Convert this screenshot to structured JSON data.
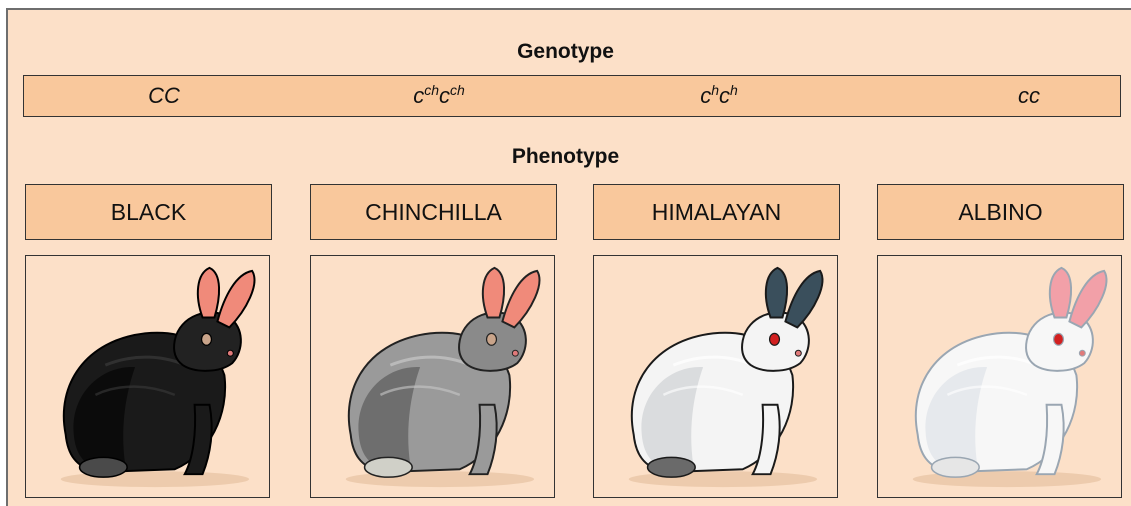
{
  "genotype": {
    "title": "Genotype",
    "entries": [
      {
        "base": "CC",
        "sup1": "",
        "sup2": ""
      },
      {
        "base": "cc",
        "sup1": "ch",
        "sup2": "ch"
      },
      {
        "base": "cc",
        "sup1": "h",
        "sup2": "h"
      },
      {
        "base": "cc",
        "sup1": "",
        "sup2": ""
      }
    ]
  },
  "phenotype": {
    "title": "Phenotype",
    "labels": [
      "BLACK",
      "CHINCHILLA",
      "HIMALAYAN",
      "ALBINO"
    ]
  },
  "rabbits": [
    {
      "name": "black-rabbit",
      "body": "#1a1a1a",
      "shade": "#000000",
      "highlight": "#3a3a3a",
      "ear": "#f08a7a",
      "head": "#222222",
      "eye": "#c9a48a",
      "tail": "#4a4a4a",
      "outline": "#000000"
    },
    {
      "name": "chinchilla-rabbit",
      "body": "#9a9a9a",
      "shade": "#4a4a4a",
      "highlight": "#c8c8c8",
      "ear": "#f08a7a",
      "head": "#8a8a8a",
      "eye": "#c9a48a",
      "tail": "#d0d0c8",
      "outline": "#222222"
    },
    {
      "name": "himalayan-rabbit",
      "body": "#f4f4f4",
      "shade": "#c4c8cc",
      "highlight": "#ffffff",
      "ear": "#3a4f5c",
      "head": "#f4f4f4",
      "eye": "#d22020",
      "tail": "#6a6a6a",
      "outline": "#1a1a1a"
    },
    {
      "name": "albino-rabbit",
      "body": "#f7f7f7",
      "shade": "#d8dfe6",
      "highlight": "#ffffff",
      "ear": "#f2a0a8",
      "head": "#f7f7f7",
      "eye": "#d22020",
      "tail": "#e6e6e6",
      "outline": "#9aa6b2"
    }
  ]
}
